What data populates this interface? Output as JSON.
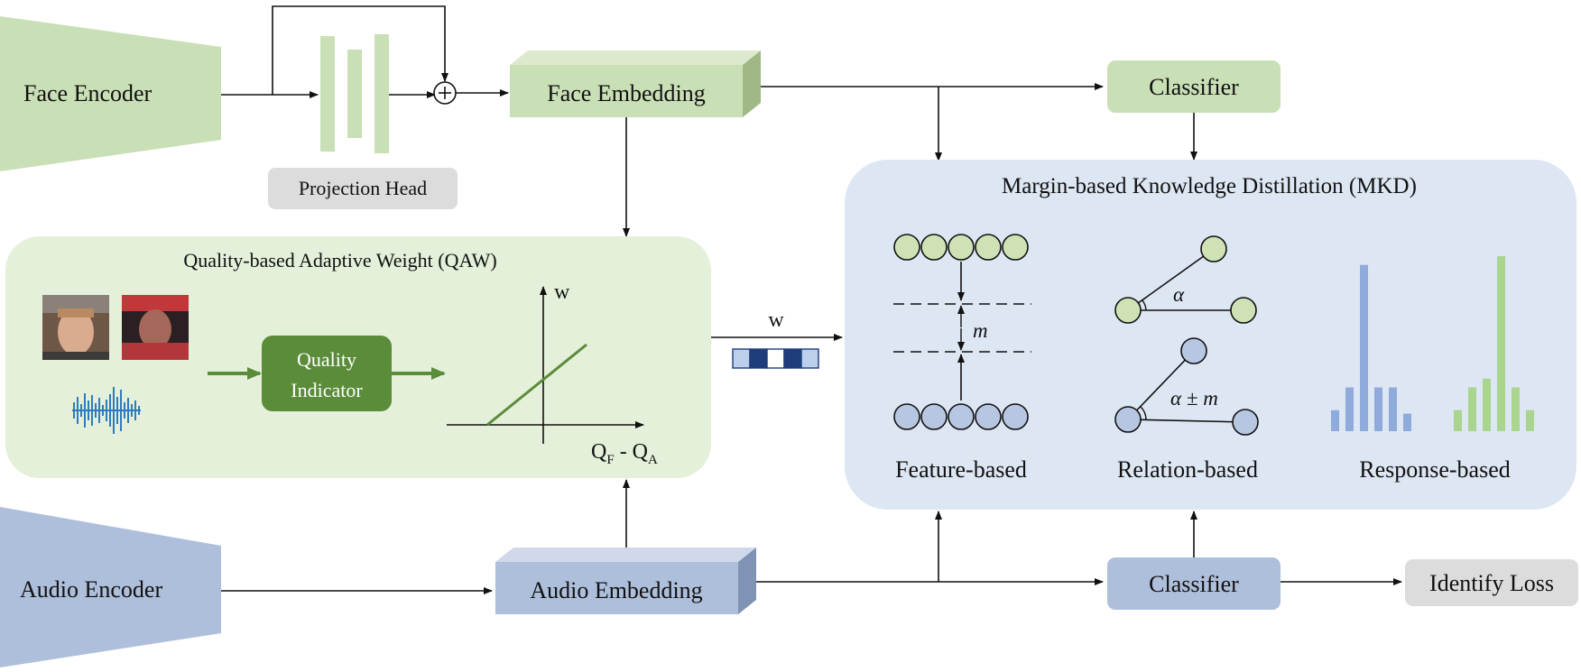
{
  "face_encoder": {
    "label": "Face Encoder",
    "color": "#c9dfb6"
  },
  "audio_encoder": {
    "label": "Audio Encoder",
    "color": "#aebfdb"
  },
  "projection_head": {
    "label": "Projection Head",
    "color": "#c9dfb6"
  },
  "face_embedding": {
    "label": "Face Embedding"
  },
  "audio_embedding": {
    "label": "Audio Embedding"
  },
  "classifier_top": {
    "label": "Classifier"
  },
  "classifier_bottom": {
    "label": "Classifier"
  },
  "identify_loss": {
    "label": "Identify Loss"
  },
  "qaw": {
    "title": "Quality-based Adaptive Weight (QAW)",
    "quality_indicator": [
      "Quality",
      "Indicator"
    ],
    "axis_y": "w",
    "axis_x": {
      "main": "Q",
      "sub1": "F",
      "mid": " - Q",
      "sub2": "A"
    }
  },
  "weight": {
    "label": "w",
    "cells": [
      "#bcd0ec",
      "#1f3d7a",
      "#ffffff",
      "#1f3d7a",
      "#bcd0ec"
    ]
  },
  "mkd": {
    "title": "Margin-based Knowledge Distillation (MKD)",
    "feature_label": "Feature-based",
    "relation_label": "Relation-based",
    "response_label": "Response-based",
    "margin_symbol": "m",
    "angle_symbol": "α",
    "angle_margin_symbol": "α ± m"
  },
  "response_bars": {
    "blue": [
      0.12,
      0.25,
      0.95,
      0.25,
      0.25,
      0.1
    ],
    "green": [
      0.12,
      0.25,
      0.3,
      1.0,
      0.25,
      0.12
    ]
  },
  "colors": {
    "green_light": "#c9dfb6",
    "green_panel": "#e4f0d9",
    "green_dark": "#5a8c3a",
    "blue_light": "#aebfdb",
    "blue_panel": "#dde6f3",
    "grey_box": "#dcdcdc",
    "circle_green": "#cfe2b6",
    "circle_blue": "#b7c7e2"
  }
}
